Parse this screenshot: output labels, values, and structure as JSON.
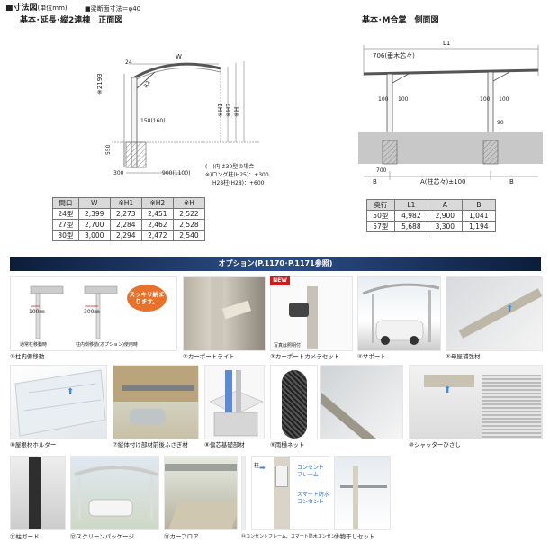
{
  "header": {
    "title": "寸法図",
    "unit": "(単位mm)",
    "note": "■梁断面寸法＝φ40",
    "front_title": "基本･延長･縦2連棟　正面図",
    "side_title": "基本･M合掌　側面図"
  },
  "front_diagram": {
    "w": "W",
    "d24": "24",
    "r": "R2",
    "h_total": "※2193",
    "h1": "※H1",
    "h2": "※H2",
    "h": "※H",
    "post": "158(160)",
    "d550": "550",
    "d300": "300",
    "base": "900(1100)",
    "notes": [
      "(　)内は30型の場合",
      "※)ロング柱(H25)：+300",
      "H28柱(H28)：+600"
    ]
  },
  "side_diagram": {
    "l1": "L1",
    "eave": "706(垂木芯々)",
    "d100a": "100",
    "d100b": "100",
    "d100c": "100",
    "d100d": "100",
    "d90": "90",
    "d700": "700",
    "b_left": "B",
    "a_mid": "A(柱芯々)±100",
    "b_right": "B"
  },
  "front_table": {
    "headers": [
      "間口",
      "W",
      "※H1",
      "※H2",
      "※H"
    ],
    "rows": [
      [
        "24型",
        "2,399",
        "2,273",
        "2,451",
        "2,522"
      ],
      [
        "27型",
        "2,700",
        "2,284",
        "2,462",
        "2,528"
      ],
      [
        "30型",
        "3,000",
        "2,294",
        "2,472",
        "2,540"
      ]
    ]
  },
  "side_table": {
    "headers": [
      "奥行",
      "L1",
      "A",
      "B"
    ],
    "rows": [
      [
        "50型",
        "4,982",
        "2,900",
        "1,041"
      ],
      [
        "57型",
        "5,688",
        "3,300",
        "1,194"
      ]
    ]
  },
  "options": {
    "banner": "オプション(P.1170･P.1171参照)",
    "opt1": {
      "cap": "①柱内側移動",
      "d1": "100㎜",
      "d2": "300㎜",
      "bubble": "スッキリ納まります。",
      "sub1": "通常柱移動時",
      "sub2": "柱内側移動(オプション)使用時"
    },
    "opt2": {
      "cap": "②カーポートライト"
    },
    "opt3": {
      "cap": "③カーポートカメラセット",
      "badge": "NEW",
      "sub": "写真は照明付"
    },
    "opt4": {
      "cap": "④サポート"
    },
    "opt5": {
      "cap": "⑤母屋補強材"
    },
    "opt6": {
      "cap": "⑥屋根材ホルダー"
    },
    "opt7": {
      "cap": "⑦縦体付け部材前後ふさぎ材"
    },
    "opt8": {
      "cap": "⑧偏芯基礎部材"
    },
    "opt9": {
      "cap": "⑨雨樋ネット"
    },
    "opt10": {
      "cap": "⑩シャッターひさし"
    },
    "opt11": {
      "cap": "⑪柱ガード"
    },
    "opt12": {
      "cap": "⑫スクリーンパッケージ"
    },
    "opt13": {
      "cap": "⑬カーフロア"
    },
    "opt14": {
      "cap": "⑭コンセントフレーム、スマート防水コンセント",
      "l1": "コンセント",
      "l2": "フレーム",
      "l3": "スマート防水",
      "l4": "コンセント",
      "side": "柱"
    },
    "opt15": {
      "cap": "⑮物干しセット"
    }
  }
}
